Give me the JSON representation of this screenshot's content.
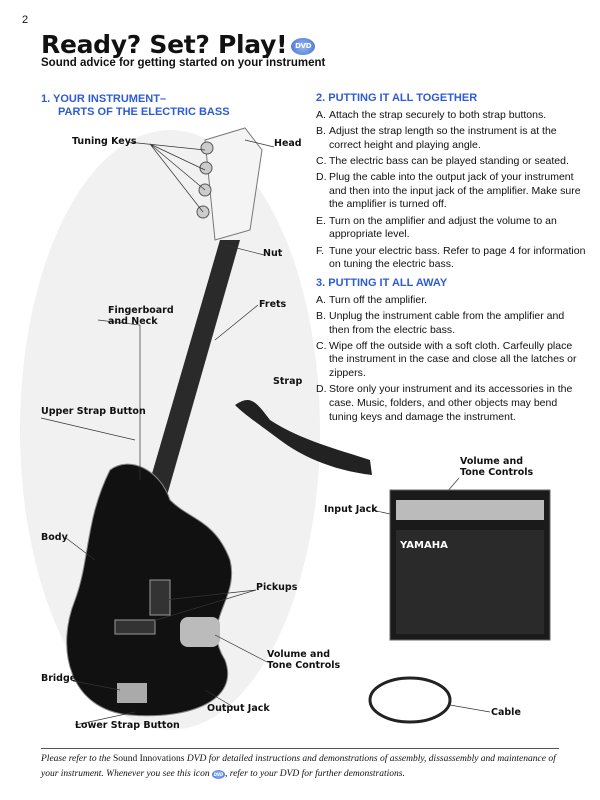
{
  "page_number": "2",
  "title": "Ready? Set? Play!",
  "dvd_icon_label": "DVD",
  "subtitle": "Sound advice for getting started on your instrument",
  "section1": {
    "heading_line1": "1. YOUR INSTRUMENT–",
    "heading_line2": "PARTS OF THE ELECTRIC BASS"
  },
  "bass_labels": {
    "tuning_keys": "Tuning Keys",
    "head": "Head",
    "nut": "Nut",
    "frets": "Frets",
    "fingerboard_1": "Fingerboard",
    "fingerboard_2": "and Neck",
    "strap": "Strap",
    "upper_strap_button": "Upper Strap Button",
    "body": "Body",
    "pickups": "Pickups",
    "vt_1": "Volume and",
    "vt_2": "Tone Controls",
    "bridge": "Bridge",
    "output_jack": "Output Jack",
    "lower_strap_button": "Lower Strap Button"
  },
  "amp_labels": {
    "vt_1": "Volume and",
    "vt_2": "Tone Controls",
    "input_jack": "Input Jack",
    "cable": "Cable",
    "brand": "YAMAHA"
  },
  "section2": {
    "heading": "2. PUTTING IT ALL TOGETHER",
    "items": [
      {
        "l": "A.",
        "t": "Attach the strap securely to both strap buttons."
      },
      {
        "l": "B.",
        "t": "Adjust the strap length so the instrument is at the correct height and playing angle."
      },
      {
        "l": "C.",
        "t": "The electric bass can be played standing or seated."
      },
      {
        "l": "D.",
        "t": "Plug the cable into the output jack of your instrument and then into the input jack of the amplifier. Make sure the amplifier is turned off."
      },
      {
        "l": "E.",
        "t": "Turn on the amplifier and adjust the volume to an appropriate level."
      },
      {
        "l": "F.",
        "t": "Tune your electric bass. Refer to page 4 for information on tuning the electric bass."
      }
    ]
  },
  "section3": {
    "heading": "3. PUTTING IT ALL AWAY",
    "items": [
      {
        "l": "A.",
        "t": "Turn off the amplifier."
      },
      {
        "l": "B.",
        "t": "Unplug the instrument cable from the amplifier and then from the electric bass."
      },
      {
        "l": "C.",
        "t": "Wipe off the outside with a soft cloth. Carfeully place the instrument in the case and close all the latches or zippers."
      },
      {
        "l": "D.",
        "t": "Store only your instrument and its accessories in the case. Music, folders, and other objects may bend tuning keys and damage the instrument."
      }
    ]
  },
  "footer": {
    "p1": "Please refer to the ",
    "p2": "Sound Innovations",
    "p3": " DVD for detailed instructions and demonstrations of assembly, dissassembly and maintenance of your instrument. Whenever you see this icon ",
    "p4": ", refer to your DVD for further demonstrations."
  }
}
